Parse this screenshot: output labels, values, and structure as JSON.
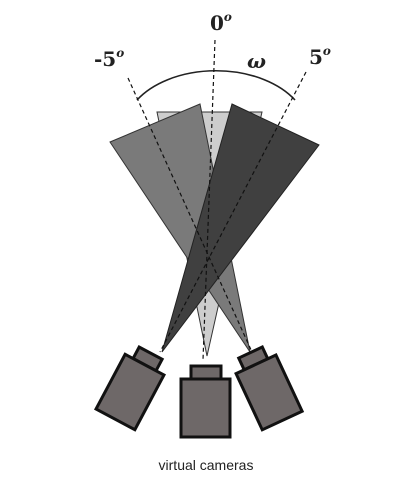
{
  "labels": {
    "left_angle": "-5",
    "left_angle_sup": "o",
    "center_angle": "0",
    "center_angle_sup": "o",
    "right_angle": "5",
    "right_angle_sup": "o",
    "fov_symbol": "ω",
    "caption": "virtual cameras"
  },
  "colors": {
    "left_frustum": "#7a7a7a",
    "center_frustum": "#cdcdcd",
    "right_frustum": "#404040",
    "camera_body": "#6e6868",
    "camera_outline": "#111111"
  },
  "cameras": [
    {
      "name": "left-camera",
      "angle_deg": -5
    },
    {
      "name": "center-camera",
      "angle_deg": 0
    },
    {
      "name": "right-camera",
      "angle_deg": 5
    }
  ]
}
